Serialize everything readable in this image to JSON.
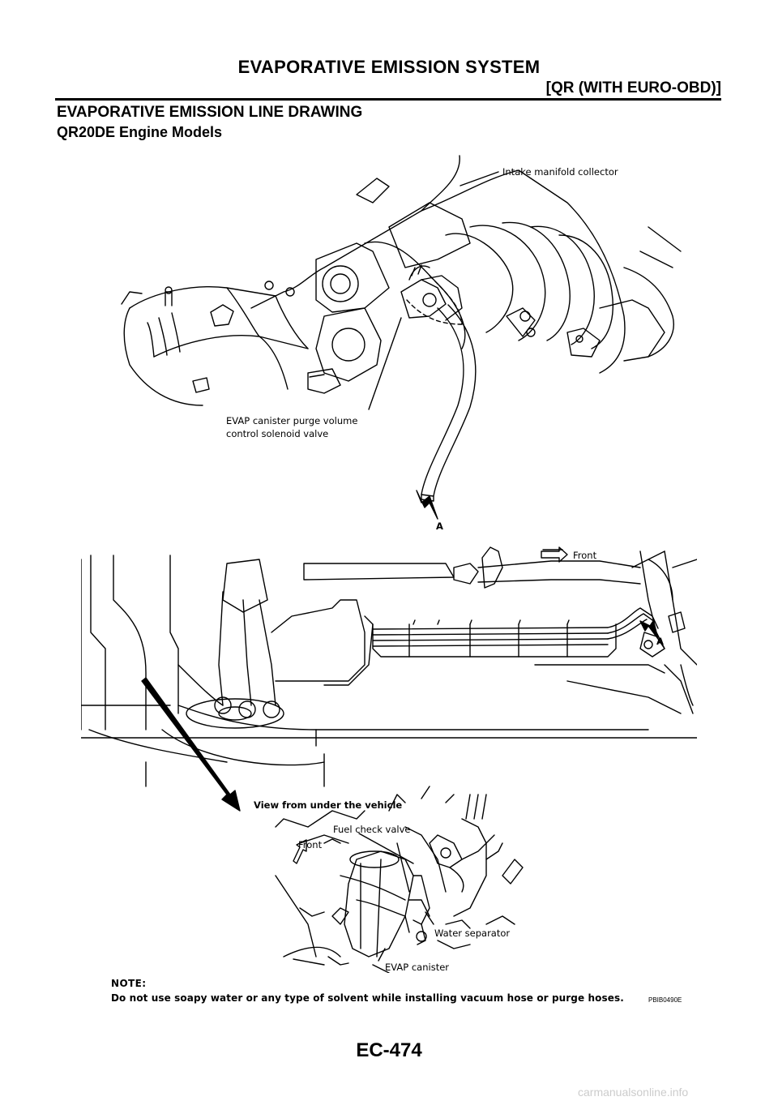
{
  "header": {
    "title": "EVAPORATIVE EMISSION SYSTEM",
    "subtitle": "[QR (WITH EURO-OBD)]"
  },
  "section": {
    "title": "EVAPORATIVE EMISSION LINE DRAWING",
    "subtitle": "QR20DE Engine Models"
  },
  "figure": {
    "labels": {
      "intake_manifold": "Intake manifold collector",
      "purge_valve_line1": "EVAP canister purge volume",
      "purge_valve_line2": "control solenoid valve",
      "point_a_top": "A",
      "front_top": "Front",
      "point_a_mid": "A",
      "view_under": "View from under the vehicle",
      "fuel_check_valve": "Fuel check valve",
      "front_inset": "Front",
      "water_separator": "Water separator",
      "evap_canister": "EVAP canister"
    },
    "code": "PBIB0490E"
  },
  "note": {
    "heading": "NOTE:",
    "text": "Do not use soapy water or any type of solvent while installing vacuum hose or purge hoses."
  },
  "footer": {
    "page_number": "EC-474",
    "watermark": "carmanualsonline.info"
  }
}
